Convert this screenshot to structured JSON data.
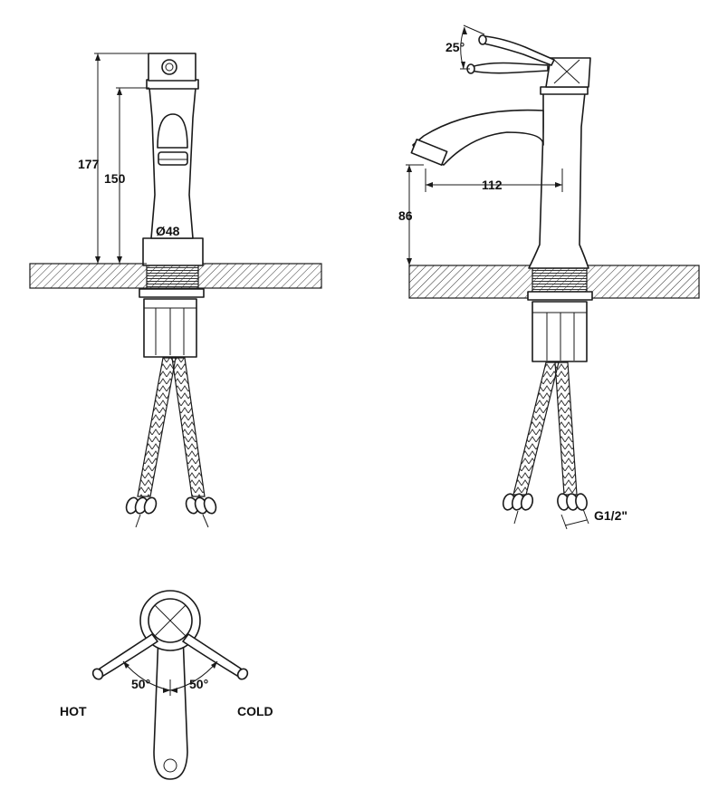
{
  "dimensions": {
    "total_height": "177",
    "spout_height": "150",
    "base_diameter": "Ø48",
    "handle_angle": "25°",
    "spout_reach": "112",
    "spout_clearance": "86",
    "thread_size": "G1/2\""
  },
  "top_view": {
    "hot_label": "HOT",
    "cold_label": "COLD",
    "hot_angle": "50°",
    "cold_angle": "50°"
  },
  "colors": {
    "line": "#1a1a1a",
    "background": "#ffffff"
  }
}
